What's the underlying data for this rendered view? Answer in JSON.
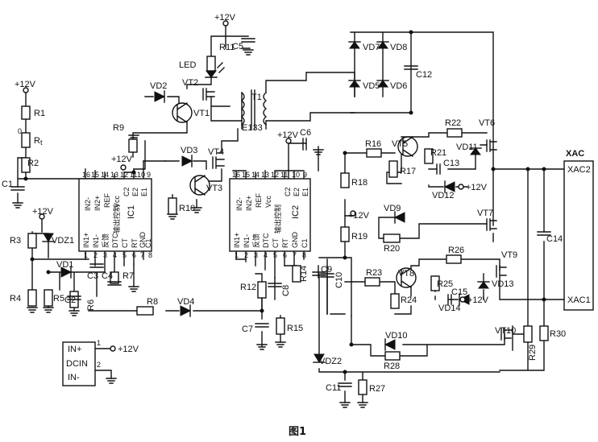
{
  "figure_caption": "图1",
  "rails": {
    "v12": "+12V"
  },
  "ic1": {
    "ref": "IC1",
    "title": "输出控制",
    "pins_top": [
      "16",
      "15",
      "14",
      "13",
      "12",
      "11",
      "10",
      "9"
    ],
    "pins_bottom": [
      "1",
      "2",
      "3",
      "4",
      "5",
      "6",
      "7",
      "8"
    ],
    "labels_top": [
      "IN2-",
      "IN2+",
      "REF",
      "Vcc",
      "C2",
      "E2",
      "E1"
    ],
    "labels_bottom": [
      "IN1+",
      "IN1-",
      "反馈",
      "DTC",
      "CT",
      "RT",
      "GND",
      "C1"
    ]
  },
  "ic2": {
    "ref": "IC2",
    "title": "输出控制",
    "pins_top": [
      "16",
      "15",
      "14",
      "13",
      "12",
      "11",
      "10",
      "9"
    ],
    "pins_bottom": [
      "1",
      "2",
      "3",
      "4",
      "5",
      "6",
      "7",
      "8"
    ],
    "labels_top": [
      "IN2-",
      "IN2+",
      "REF",
      "Vcc",
      "C2",
      "E2",
      "E1"
    ],
    "labels_bottom": [
      "IN1+",
      "IN1-",
      "反馈",
      "DTC",
      "CT",
      "RT",
      "GND",
      "C1"
    ]
  },
  "dcin": {
    "in_plus": "IN+",
    "name": "DCIN",
    "in_minus": "IN-",
    "pin1": "1",
    "pin2": "2",
    "supply": "+12V"
  },
  "xac": {
    "title": "XAC",
    "top": "XAC2",
    "bottom": "XAC1"
  },
  "transformer": {
    "ref": "T1",
    "part": "E133"
  },
  "resistors": {
    "R1": "R1",
    "Rt": "R",
    "Rt_sub": "t",
    "R2": "R2",
    "R3": "R3",
    "R4": "R4",
    "R5": "R5",
    "R6": "R6",
    "R7": "R7",
    "R8": "R8",
    "R9": "R9",
    "R10": "R10",
    "R11": "R11",
    "R12": "R12",
    "R14": "R14",
    "R15": "R15",
    "R16": "R16",
    "R17": "R17",
    "R18": "R18",
    "R19": "R19",
    "R20": "R20",
    "R21": "R21",
    "R22": "R22",
    "R23": "R23",
    "R24": "R24",
    "R25": "R25",
    "R26": "R26",
    "R27": "R27",
    "R28": "R28",
    "R29": "R29",
    "R30": "R30"
  },
  "capacitors": {
    "C1": "C1",
    "C2": "C2",
    "C3": "C3",
    "C4": "C4",
    "C5": "C5",
    "C6": "C6",
    "C7": "C7",
    "C8": "C8",
    "C9": "C9",
    "C10": "C10",
    "C11": "C11",
    "C12": "C12",
    "C13": "C13",
    "C14": "C14",
    "C15": "C15"
  },
  "diodes": {
    "VD1": "VD1",
    "VD2": "VD2",
    "VD3": "VD3",
    "VD4": "VD4",
    "VD5": "VD5",
    "VD6": "VD6",
    "VD7": "VD7",
    "VD8": "VD8",
    "VD9": "VD9",
    "VD10": "VD10",
    "VD11": "VD11",
    "VD12": "VD12",
    "VD13": "VD13",
    "VD14": "VD14",
    "VDZ1": "VDZ1",
    "VDZ2": "VDZ2",
    "LED": "LED"
  },
  "transistors": {
    "VT1": "VT1",
    "VT2": "VT2",
    "VT3": "VT3",
    "VT4": "VT4",
    "VT5": "VT5",
    "VT6": "VT6",
    "VT7": "VT7",
    "VT8": "VT8",
    "VT9": "VT9",
    "VT10": "VT10"
  },
  "misc": {
    "zero": "0"
  }
}
